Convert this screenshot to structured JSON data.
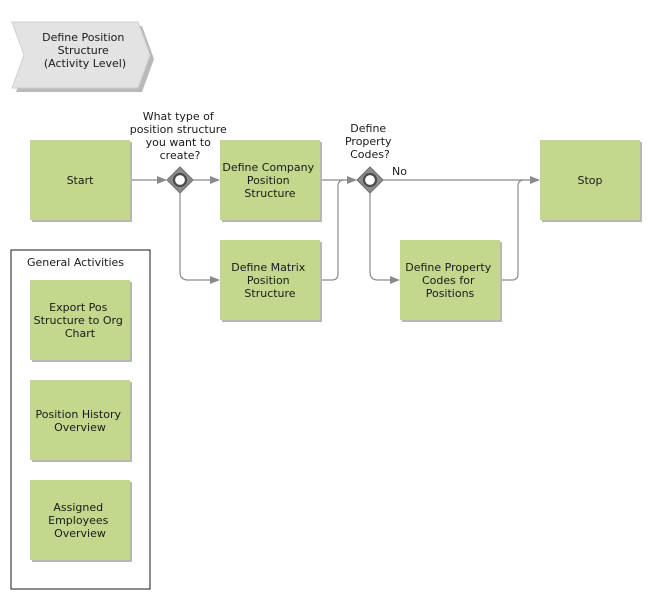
{
  "header": {
    "title_lines": [
      "Define Position",
      "Structure",
      "(Activity Level)"
    ]
  },
  "colors": {
    "activity_fill": "#c3d88d",
    "activity_shadow": "#b7b7b7",
    "gateway_fill": "#8c8c8c",
    "gateway_circle": "#5a5a5a",
    "chevron_fill": "#e3e3e3",
    "edge": "#8a8a8a"
  },
  "nodes": {
    "start": {
      "label_lines": [
        "Start"
      ]
    },
    "define_company": {
      "label_lines": [
        "Define Company",
        "Position",
        "Structure"
      ]
    },
    "define_matrix": {
      "label_lines": [
        "Define Matrix",
        "Position",
        "Structure"
      ]
    },
    "define_property_codes": {
      "label_lines": [
        "Define Property",
        "Codes for",
        "Positions"
      ]
    },
    "stop": {
      "label_lines": [
        "Stop"
      ]
    }
  },
  "gateways": {
    "structure_type": {
      "question_lines": [
        "What type of",
        "position structure",
        "you want to",
        "create?"
      ]
    },
    "property_codes": {
      "question_lines": [
        "Define",
        "Property",
        "Codes?"
      ],
      "no_label": "No"
    }
  },
  "general_activities": {
    "title": "General Activities",
    "items": [
      {
        "label_lines": [
          "Export Pos",
          "Structure to Org",
          "Chart"
        ]
      },
      {
        "label_lines": [
          "Position History",
          "Overview"
        ]
      },
      {
        "label_lines": [
          "Assigned",
          "Employees",
          "Overview"
        ]
      }
    ]
  }
}
